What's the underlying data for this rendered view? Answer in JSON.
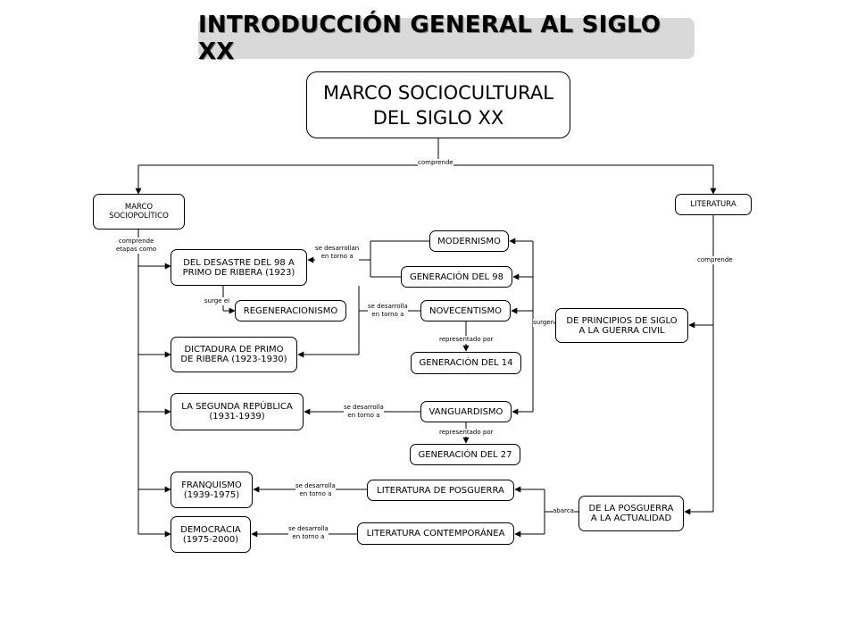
{
  "title": "INTRODUCCIÓN GENERAL AL SIGLO XX",
  "nodes": {
    "marco": [
      "MARCO SOCIOCULTURAL",
      "DEL SIGLO XX"
    ],
    "sociopolitico": [
      "MARCO",
      "SOCIOPOLÍTICO"
    ],
    "literatura": "LITERATURA",
    "desastre": [
      "DEL DESASTRE DEL 98 A",
      "PRIMO DE RIBERA (1923)"
    ],
    "regeneracionismo": "REGENERACIONISMO",
    "dictadura": [
      "DICTADURA DE PRIMO",
      "DE RIBERA (1923-1930)"
    ],
    "republica": [
      "LA SEGUNDA REPÚBLICA",
      "(1931-1939)"
    ],
    "franquismo": [
      "FRANQUISMO",
      "(1939-1975)"
    ],
    "democracia": [
      "DEMOCRACIA",
      "(1975-2000)"
    ],
    "modernismo": "MODERNISMO",
    "gen98": "GENERACIÓN DEL 98",
    "novecentismo": "NOVECENTISMO",
    "gen14": "GENERACIÓN DEL 14",
    "vanguardismo": "VANGUARDISMO",
    "gen27": "GENERACIÓN DEL 27",
    "lit_posguerra": "LITERATURA DE POSGUERRA",
    "lit_contemporanea": "LITERATURA CONTEMPORÁNEA",
    "principios": [
      "DE PRINCIPIOS DE SIGLO",
      "A LA GUERRA CIVIL"
    ],
    "posguerra": [
      "DE LA POSGUERRA",
      "A LA ACTUALIDAD"
    ]
  },
  "labels": {
    "comprende_top": "comprende",
    "comprende_etapas": [
      "comprende",
      "etapas como"
    ],
    "comprende_lit": "comprende",
    "surge_el": "surge el",
    "desarrollan_98": [
      "se desarrollan",
      "en torno a"
    ],
    "desarrolla_nov": [
      "se desarrolla",
      "en torno a"
    ],
    "desarrolla_vang": [
      "se desarrolla",
      "en torno a"
    ],
    "desarrolla_pos": [
      "se desarrolla",
      "en torno a"
    ],
    "desarrolla_cont": [
      "se desarrolla",
      "en torno a"
    ],
    "representado_14": "representado por",
    "representado_27": "representado por",
    "surgen": "surgen",
    "abarca": "abarca"
  }
}
